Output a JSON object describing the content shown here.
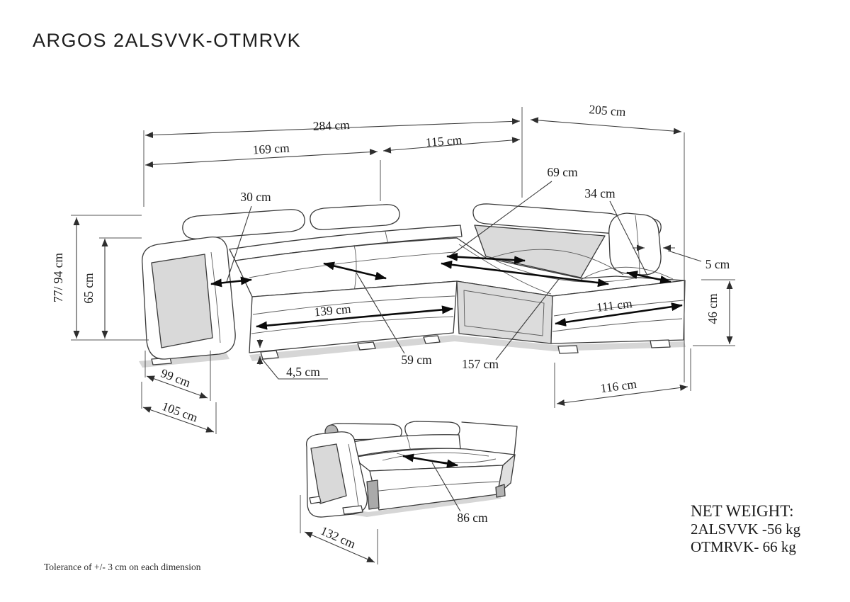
{
  "title": "ARGOS 2ALSVVK-OTMRVK",
  "dimensions": {
    "total_width": "284 cm",
    "total_depth": "205 cm",
    "left_module_width": "169 cm",
    "chaise_module_width": "115 cm",
    "chaise_seat_depth": "69 cm",
    "left_armrest_width": "30 cm",
    "right_armrest_width": "34 cm",
    "back_clearance": "5 cm",
    "height_with_headrest": "77/ 94 cm",
    "armrest_height": "65 cm",
    "left_seat_width": "139 cm",
    "chaise_front_width": "111 cm",
    "seat_height": "46 cm",
    "seat_depth": "59 cm",
    "leg_height": "4,5 cm",
    "chaise_length": "157 cm",
    "armrest_depth": "99 cm",
    "total_side_depth": "105 cm",
    "chaise_side_depth": "116 cm"
  },
  "bed_view": {
    "seat_depth": "86 cm",
    "total_depth": "132 cm"
  },
  "net_weight": {
    "heading": "NET WEIGHT:",
    "lines": [
      "2ALSVVK -56 kg",
      "OTMRVK- 66 kg"
    ]
  },
  "tolerance_note": "Tolerance of +/- 3 cm on each dimension",
  "colors": {
    "line": "#3a3a3a",
    "bold_arrow": "#0a0a0a",
    "panel_gray": "#d9d9d9",
    "shadow_gray": "#d6d6d6",
    "background": "#ffffff"
  }
}
